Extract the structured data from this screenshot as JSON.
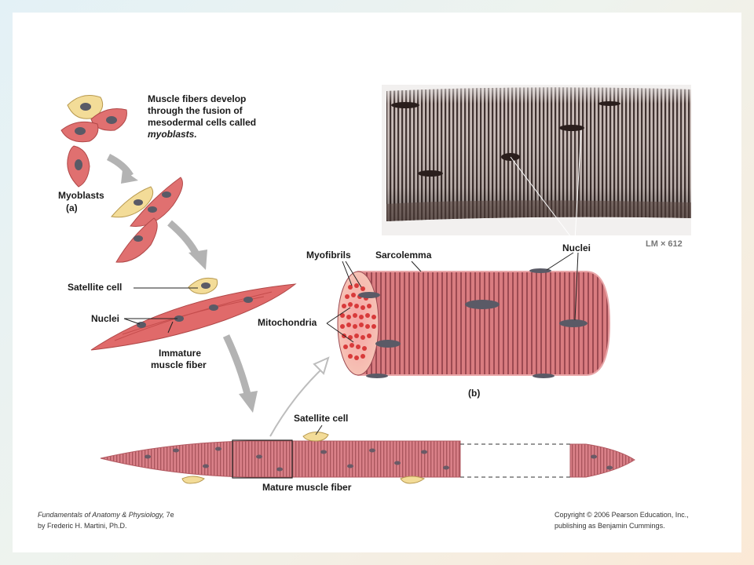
{
  "intro_text": "Muscle fibers develop through the fusion of mesodermal cells called",
  "intro_em": "myoblasts.",
  "labels": {
    "myoblasts": "Myoblasts",
    "panel_a": "(a)",
    "satellite_cell": "Satellite cell",
    "nuclei_a": "Nuclei",
    "immature_1": "Immature",
    "immature_2": "muscle fiber",
    "satellite_cell_bottom": "Satellite cell",
    "mature": "Mature muscle fiber",
    "myofibrils": "Myofibrils",
    "sarcolemma": "Sarcolemma",
    "mitochondria": "Mitochondria",
    "nuclei_b": "Nuclei",
    "panel_b": "(b)",
    "magnification": "LM × 612"
  },
  "footer": {
    "book_title": "Fundamentals of Anatomy & Physiology,",
    "edition": " 7e",
    "author": "by Frederic H. Martini, Ph.D.",
    "copyright": "Copyright © 2006 Pearson Education, Inc.,",
    "publisher": "publishing as Benjamin Cummings."
  },
  "colors": {
    "muscle": "#e07070",
    "muscle_dark": "#c04a4a",
    "myoblast_light": "#f3dc98",
    "nucleus": "#5a5a66",
    "arrow": "#b3b3b3",
    "micrograph": "#8a7a76"
  }
}
